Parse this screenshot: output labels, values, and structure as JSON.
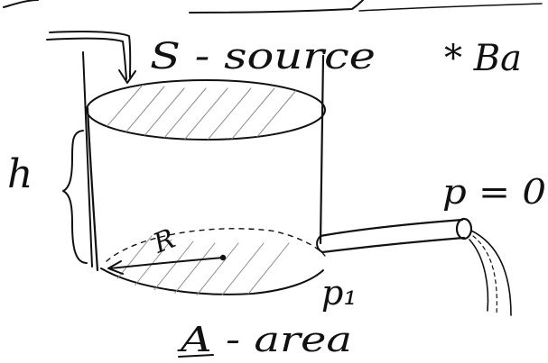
{
  "labels": {
    "source": "S - source",
    "note": "* Ba",
    "height": "h",
    "radius": "R",
    "outlet_pressure": "p = 0",
    "bottom_pressure": "p₁",
    "area": "A - area"
  }
}
